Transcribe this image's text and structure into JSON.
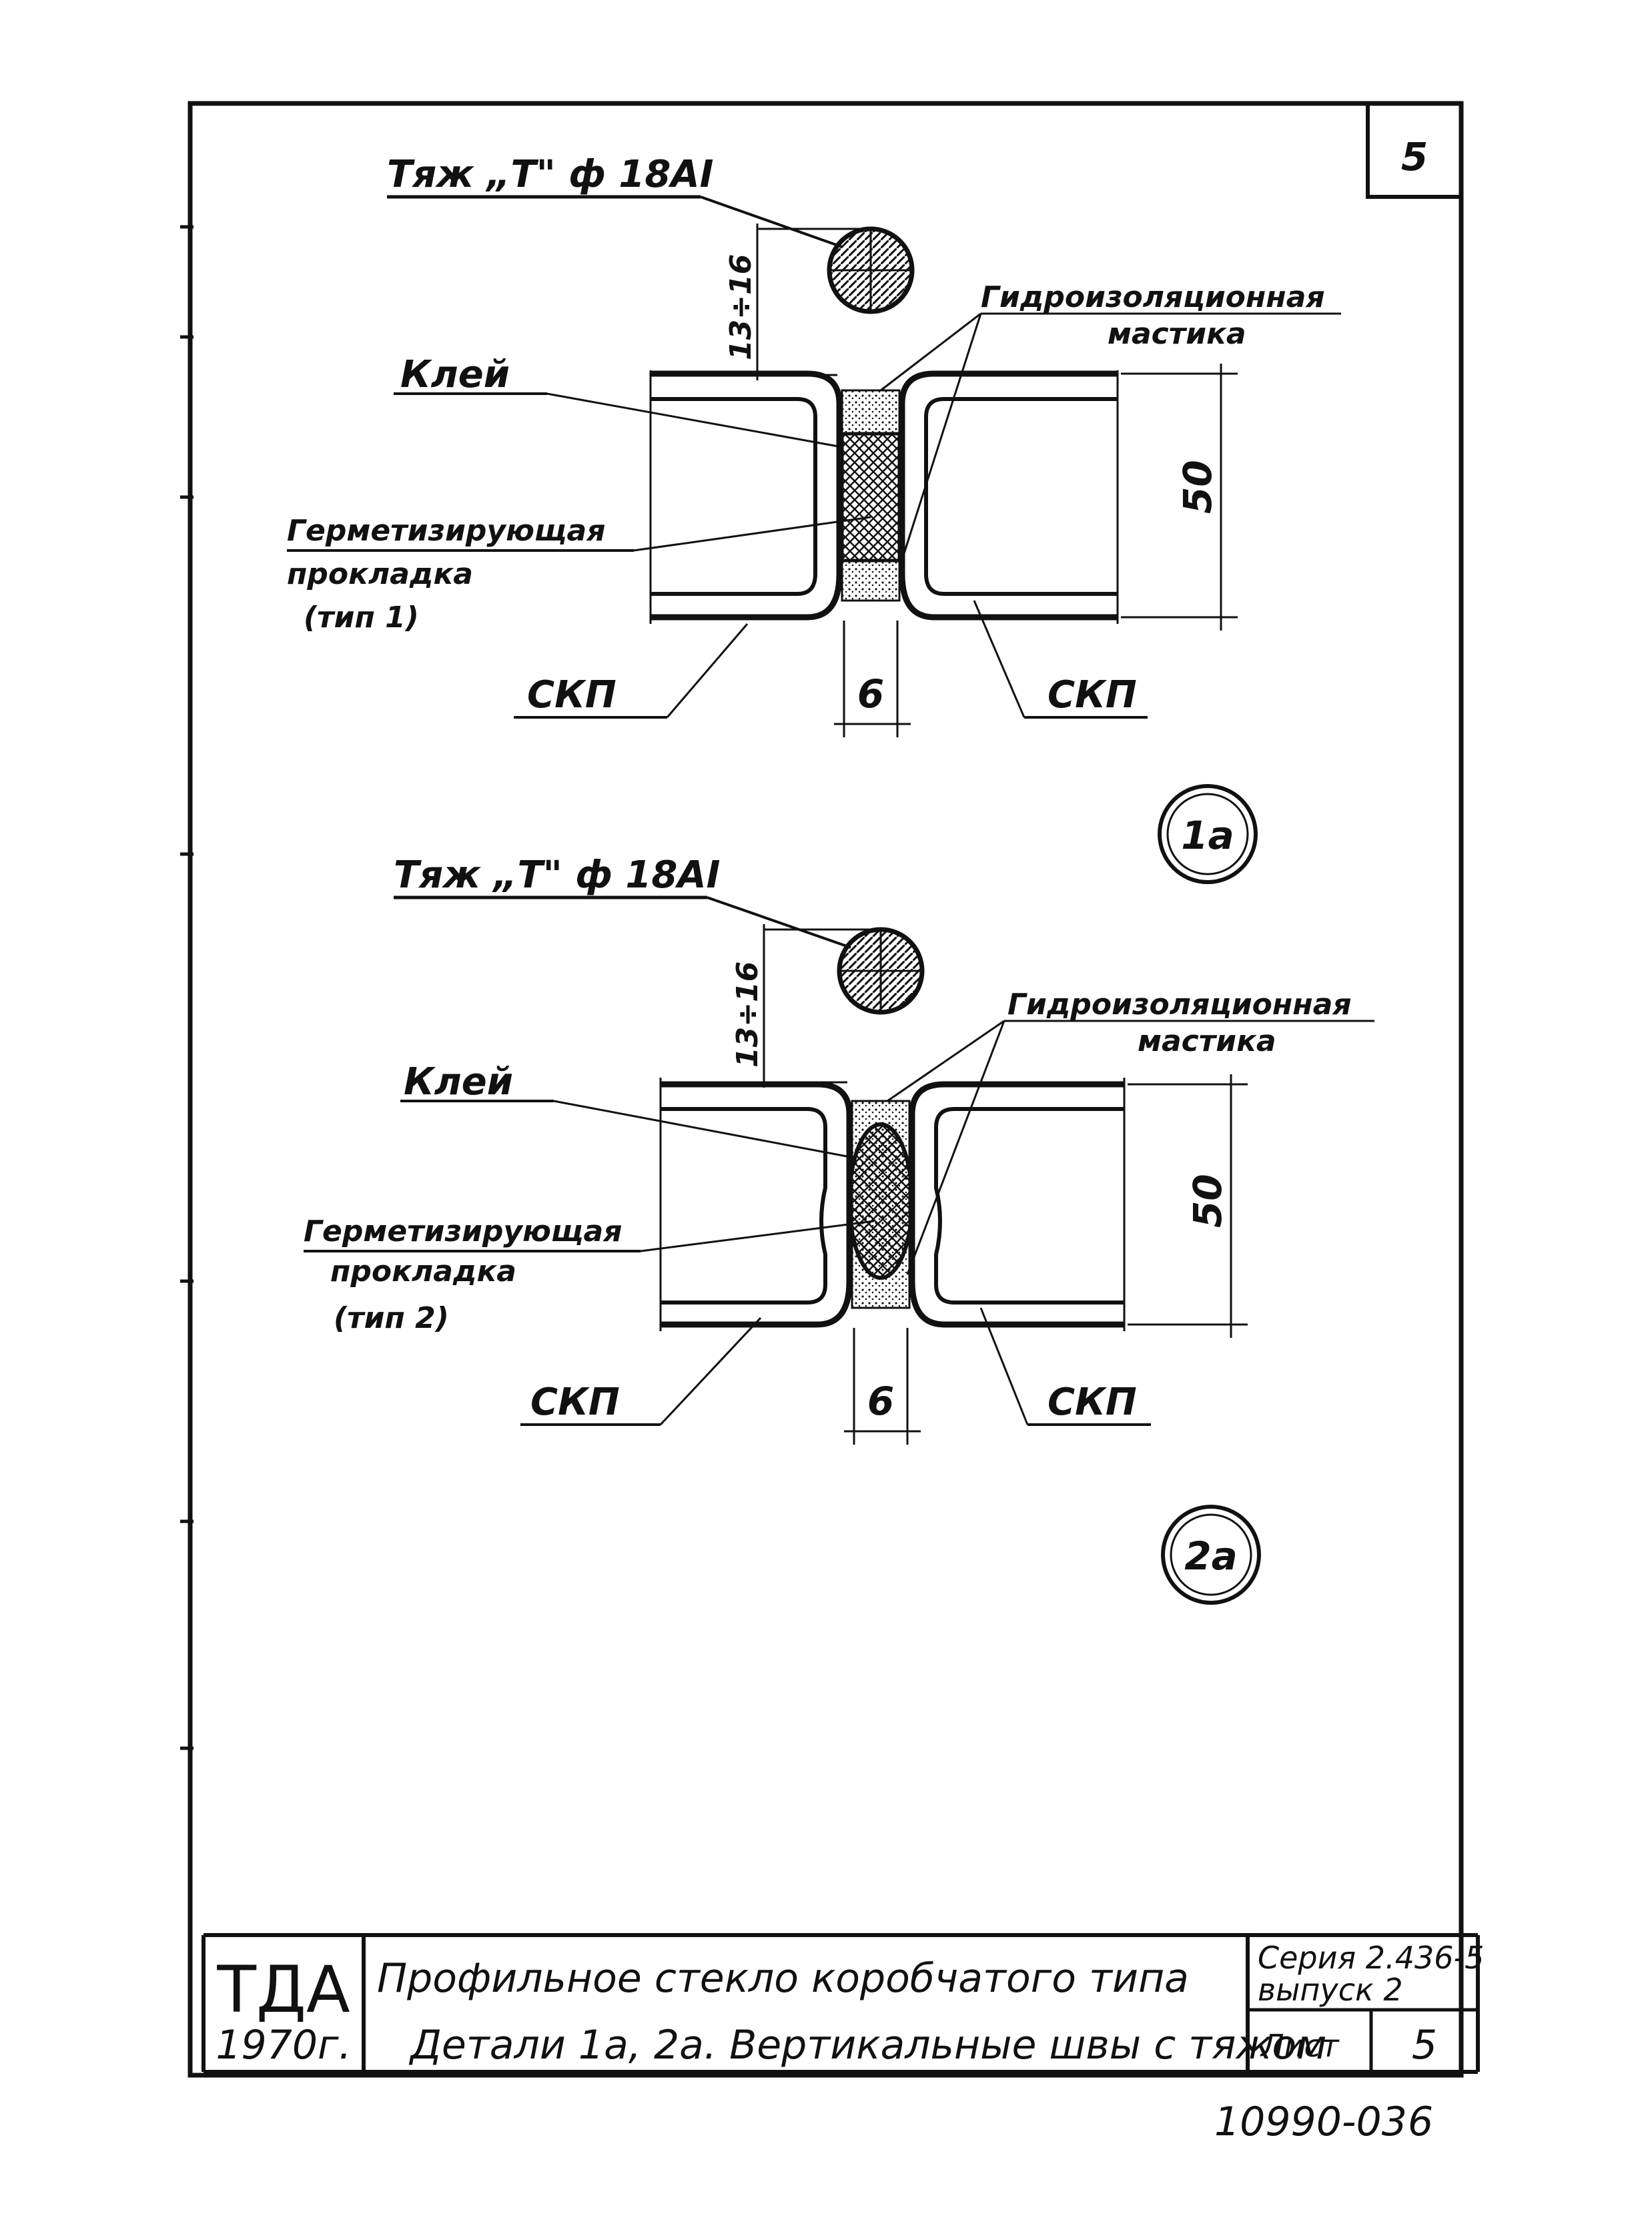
{
  "sheet": {
    "sheet_number": "5",
    "archive_number": "10990-03",
    "archive_page": "6"
  },
  "details": [
    {
      "rod_label": "Тяж „Т\" ф 18АI",
      "rod_gap": "13÷16",
      "label_mastic": "Гидроизоляционная",
      "label_mastic_2": "мастика",
      "label_glue": "Клей",
      "label_gasket": "Герметизирующая",
      "label_gasket_2": "прокладка",
      "label_gasket_type": "(тип 1)",
      "label_glass_left": "СКП",
      "label_glass_right": "СКП",
      "dim_height": "50",
      "dim_joint": "6",
      "detail_mark": "1а"
    },
    {
      "rod_label": "Тяж „Т\" ф 18АI",
      "rod_gap": "13÷16",
      "label_mastic": "Гидроизоляционная",
      "label_mastic_2": "мастика",
      "label_glue": "Клей",
      "label_gasket": "Герметизирующая",
      "label_gasket_2": "прокладка",
      "label_gasket_type": "(тип 2)",
      "label_glass_left": "СКП",
      "label_glass_right": "СКП",
      "dim_height": "50",
      "dim_joint": "6",
      "detail_mark": "2а"
    }
  ],
  "title_block": {
    "org": "ТДА",
    "year": "1970г.",
    "title_line1": "Профильное стекло коробчатого типа",
    "title_line2": "Детали 1а, 2а. Вертикальные швы с тяжом",
    "series": "Серия 2.436-5",
    "issue": "выпуск 2",
    "sheet_label": "Лист",
    "sheet_value": "5"
  }
}
